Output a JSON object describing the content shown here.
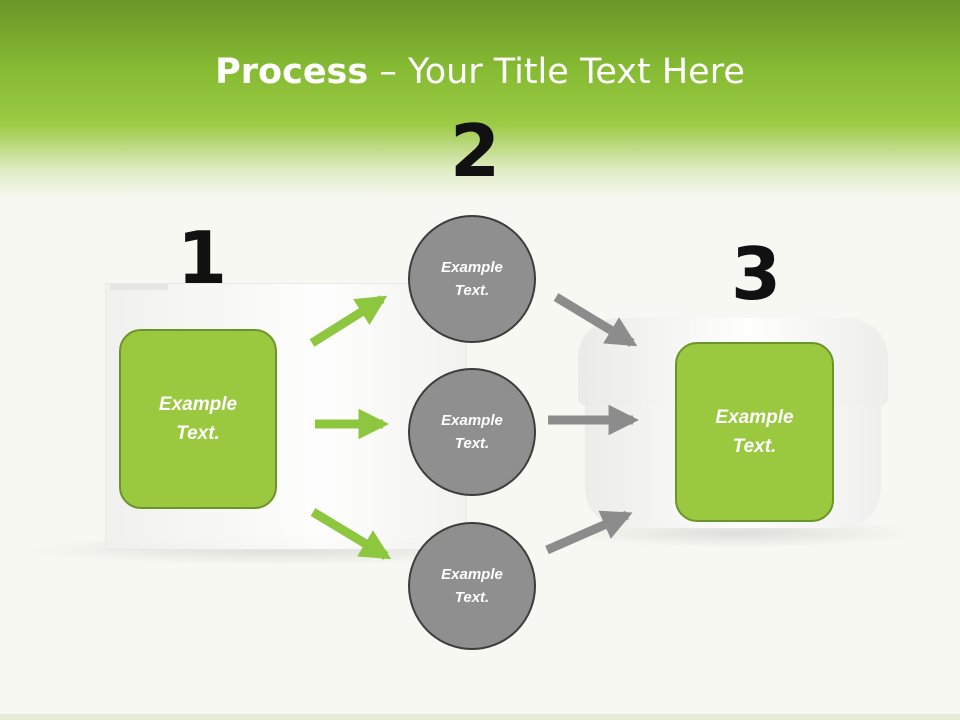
{
  "title": {
    "bold": "Process",
    "rest": " – Your Title Text Here"
  },
  "steps": {
    "one": {
      "number": "1",
      "text": "Example Text."
    },
    "two": {
      "number": "2",
      "circles": [
        {
          "text": "Example Text."
        },
        {
          "text": "Example Text."
        },
        {
          "text": "Example Text."
        }
      ]
    },
    "three": {
      "number": "3",
      "text": "Example Text."
    }
  },
  "colors": {
    "accent_green": "#9ac83e",
    "green_border": "#6d942b",
    "circle_gray": "#8f8f8f",
    "arrow_gray": "#8c8c8c",
    "header_green": "#86bb33"
  }
}
